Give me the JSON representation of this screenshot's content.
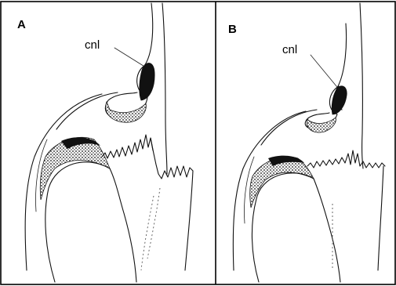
{
  "panels": [
    {
      "letter": "A",
      "callout": "cnl"
    },
    {
      "letter": "B",
      "callout": "cnl"
    }
  ],
  "colors": {
    "ink": "#111111",
    "background": "#ffffff"
  }
}
